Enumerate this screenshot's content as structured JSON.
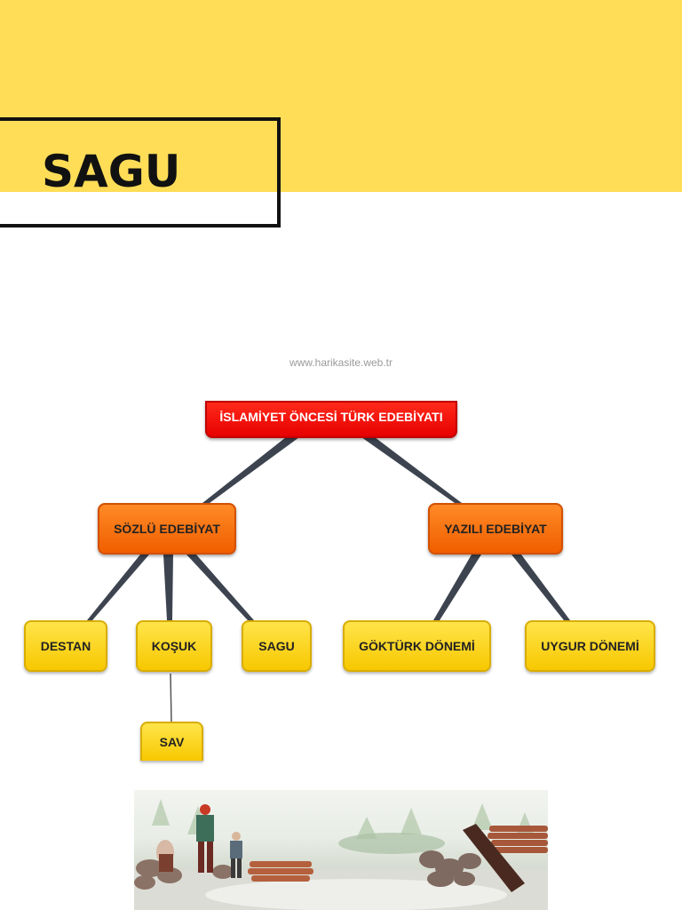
{
  "header": {
    "title": "SAGU",
    "band_color": "#FFDD57"
  },
  "watermark": "www.harikasite.web.tr",
  "diagram": {
    "root": "İSLAMİYET ÖNCESİ TÜRK EDEBİYATI",
    "branches": [
      {
        "label": "SÖZLÜ EDEBİYAT",
        "children": [
          "DESTAN",
          "KOŞUK",
          "SAGU"
        ],
        "subchildren": {
          "KOŞUK": [
            "SAV"
          ]
        }
      },
      {
        "label": "YAZILI EDEBİYAT",
        "children": [
          "GÖKTÜRK DÖNEMİ",
          "UYGUR DÖNEMİ"
        ]
      }
    ],
    "colors": {
      "root": "#E60000",
      "branch": "#F26A0A",
      "leaf": "#F9CF0A"
    }
  }
}
